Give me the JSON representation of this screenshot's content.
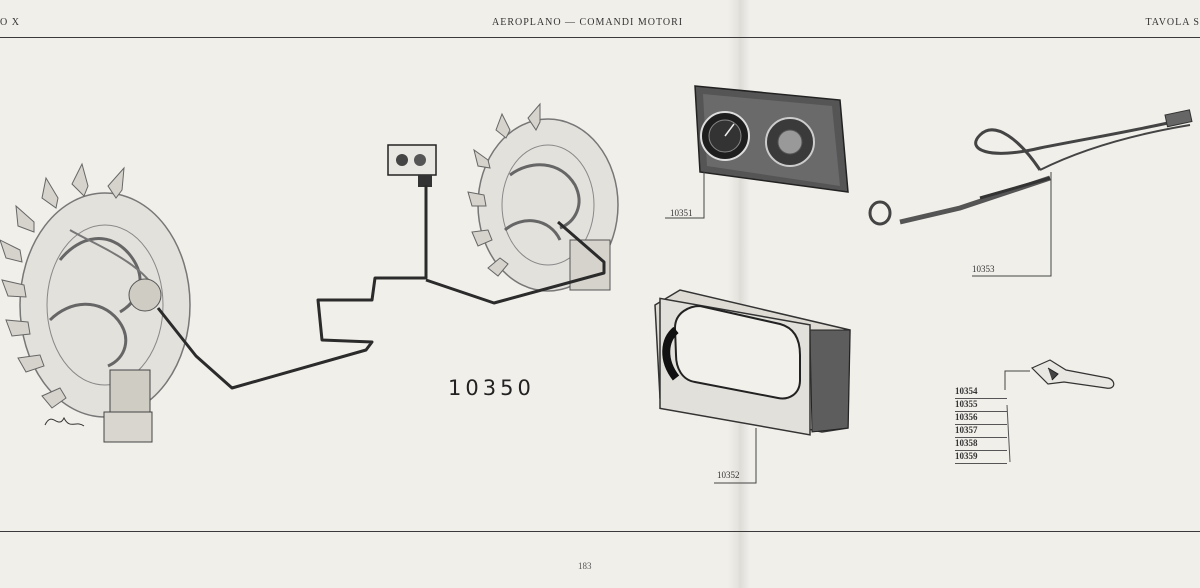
{
  "header": {
    "left": "O X",
    "center": "AEROPLANO — COMANDI MOTORI",
    "right": "TAVOLA S"
  },
  "main_label": "10350",
  "parts": {
    "panel_ref": "10351",
    "frame_ref": "10352",
    "cable_ref": "10353",
    "key_refs": [
      "10354",
      "10355",
      "10356",
      "10357",
      "10358",
      "10359"
    ]
  },
  "footer": {
    "page_number": "183"
  }
}
